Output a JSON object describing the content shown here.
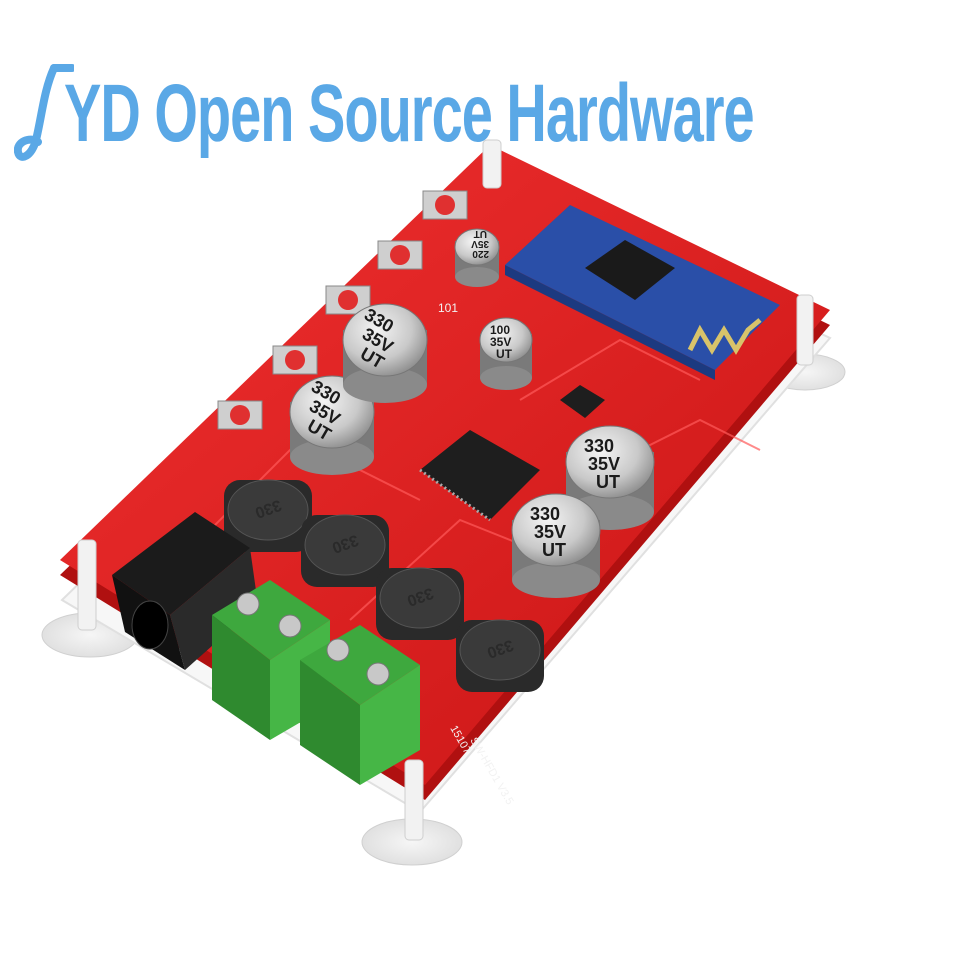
{
  "watermark": {
    "text": "YD Open Source Hardware",
    "color": "#5aa8e6"
  },
  "board": {
    "pcb_color": "#e41e1e",
    "bluetooth_module_color": "#2a4fa8",
    "capacitors": [
      {
        "value": "330",
        "voltage": "35V",
        "series": "UT"
      },
      {
        "value": "330",
        "voltage": "35V",
        "series": "UT"
      },
      {
        "value": "330",
        "voltage": "35V",
        "series": "UT"
      },
      {
        "value": "330",
        "voltage": "35V",
        "series": "UT"
      },
      {
        "value": "100",
        "voltage": "35V",
        "series": "UT"
      },
      {
        "value": "220",
        "voltage": "35V",
        "series": "UT"
      }
    ],
    "inductors": [
      "330",
      "330",
      "330",
      "330"
    ],
    "silkscreen": {
      "version": "SW-HFD1 V3.5",
      "date": "15107",
      "resistor": "101"
    }
  }
}
